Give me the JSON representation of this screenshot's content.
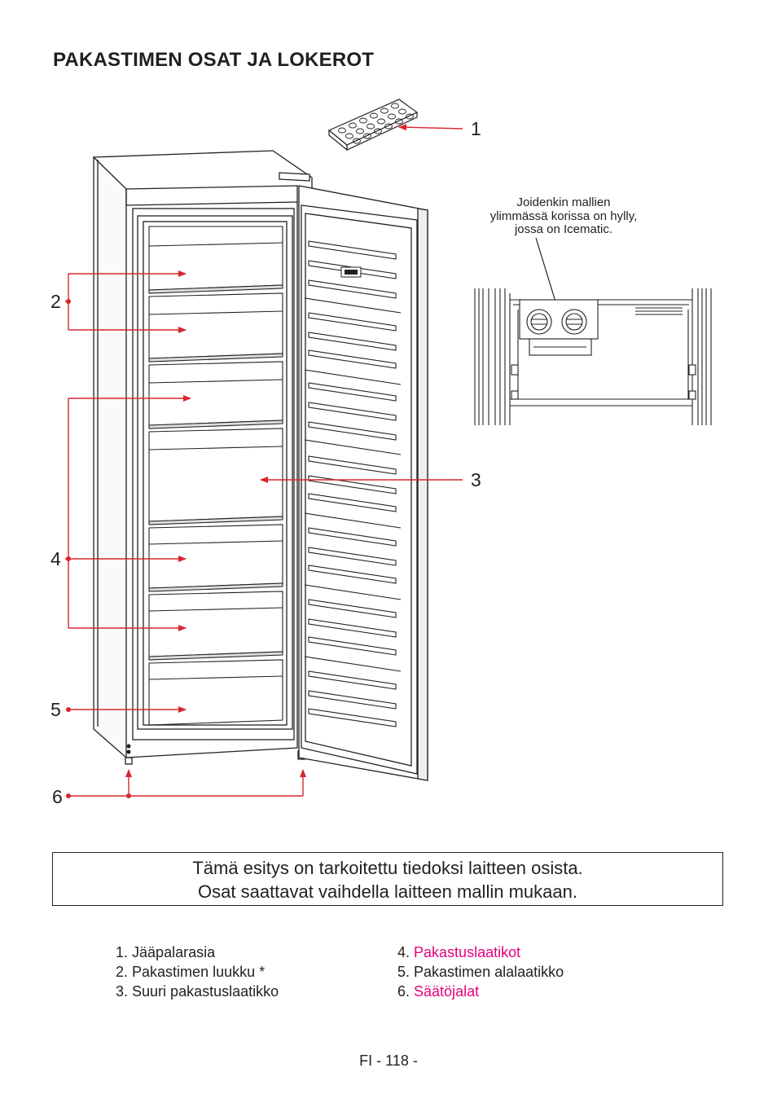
{
  "title": "PAKASTIMEN OSAT JA LOKEROT",
  "callouts": {
    "n1": "1",
    "n2": "2",
    "n3": "3",
    "n4": "4",
    "n5": "5",
    "n6": "6"
  },
  "inset_note": {
    "line1": "Joidenkin mallien",
    "line2": "ylimmässä korissa on hylly,",
    "line3": "jossa on Icematic."
  },
  "notice": {
    "line1": "Tämä esitys on tarkoitettu tiedoksi laitteen osista.",
    "line2": "Osat saattavat vaihdella laitteen mallin mukaan."
  },
  "legend": {
    "items": [
      {
        "num": "1.",
        "text": "Jääpalarasia"
      },
      {
        "num": "2.",
        "text": "Pakastimen luukku *"
      },
      {
        "num": "3.",
        "text": "Suuri pakastuslaatikko"
      },
      {
        "num": "4.",
        "text": "Pakastuslaatikot"
      },
      {
        "num": "5.",
        "text": "Pakastimen alalaatikko"
      },
      {
        "num": "6.",
        "text": "Säätöjalat"
      }
    ]
  },
  "footer": "FI - 118 -",
  "colors": {
    "callout_red": "#d7262d",
    "highlight_pink": "#e6007e",
    "line": "#231f20"
  },
  "icons": [
    "ice-tray-icon",
    "freezer-illustration",
    "icematic-inset-illustration"
  ]
}
